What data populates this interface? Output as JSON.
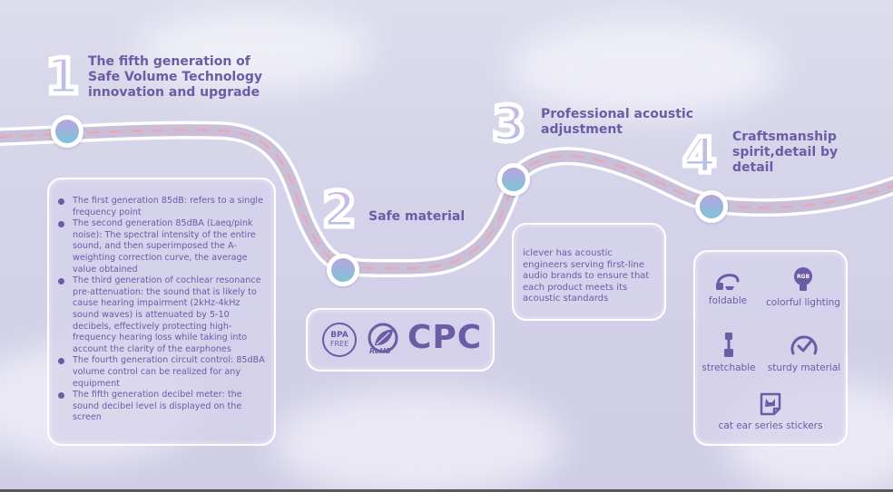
{
  "steps": [
    {
      "number": "1",
      "title_lines": [
        "The fifth generation of",
        "Safe Volume Technology",
        "innovation and upgrade"
      ]
    },
    {
      "number": "2",
      "title_lines": [
        "Safe material"
      ]
    },
    {
      "number": "3",
      "title_lines": [
        "Professional acoustic",
        "adjustment"
      ]
    },
    {
      "number": "4",
      "title_lines": [
        "Craftsmanship",
        "spirit,detail by",
        "detail"
      ]
    }
  ],
  "generations": [
    "The first generation 85dB: refers to a single frequency point",
    "The second generation 85dBA (Laeq/pink noise): The spectral intensity of the entire sound, and then superimposed the A-weighting correction curve, the average value obtained",
    "The third generation of cochlear resonance pre-attenuation: the sound that is likely to cause hearing impairment (2kHz-4kHz sound waves) is attenuated by 5-10 decibels, effectively protecting high-frequency hearing loss while taking into account the clarity of the earphones",
    "The fourth generation circuit control: 85dBA volume control can be realized for any equipment",
    "The fifth generation decibel meter: the sound decibel level is displayed on the screen"
  ],
  "certifications": {
    "bpa_line1": "BPA",
    "bpa_line2": "FREE",
    "rohs": "RoHS",
    "cpc": "CPC"
  },
  "acoustic_text": "iclever has acoustic engineers serving first-line audio brands to ensure that each product meets its acoustic standards",
  "features": {
    "foldable": "foldable",
    "lighting": "colorful lighting",
    "lighting_badge": "RGB",
    "stretchable": "stretchable",
    "sturdy": "sturdy material",
    "stickers": "cat ear series stickers"
  }
}
